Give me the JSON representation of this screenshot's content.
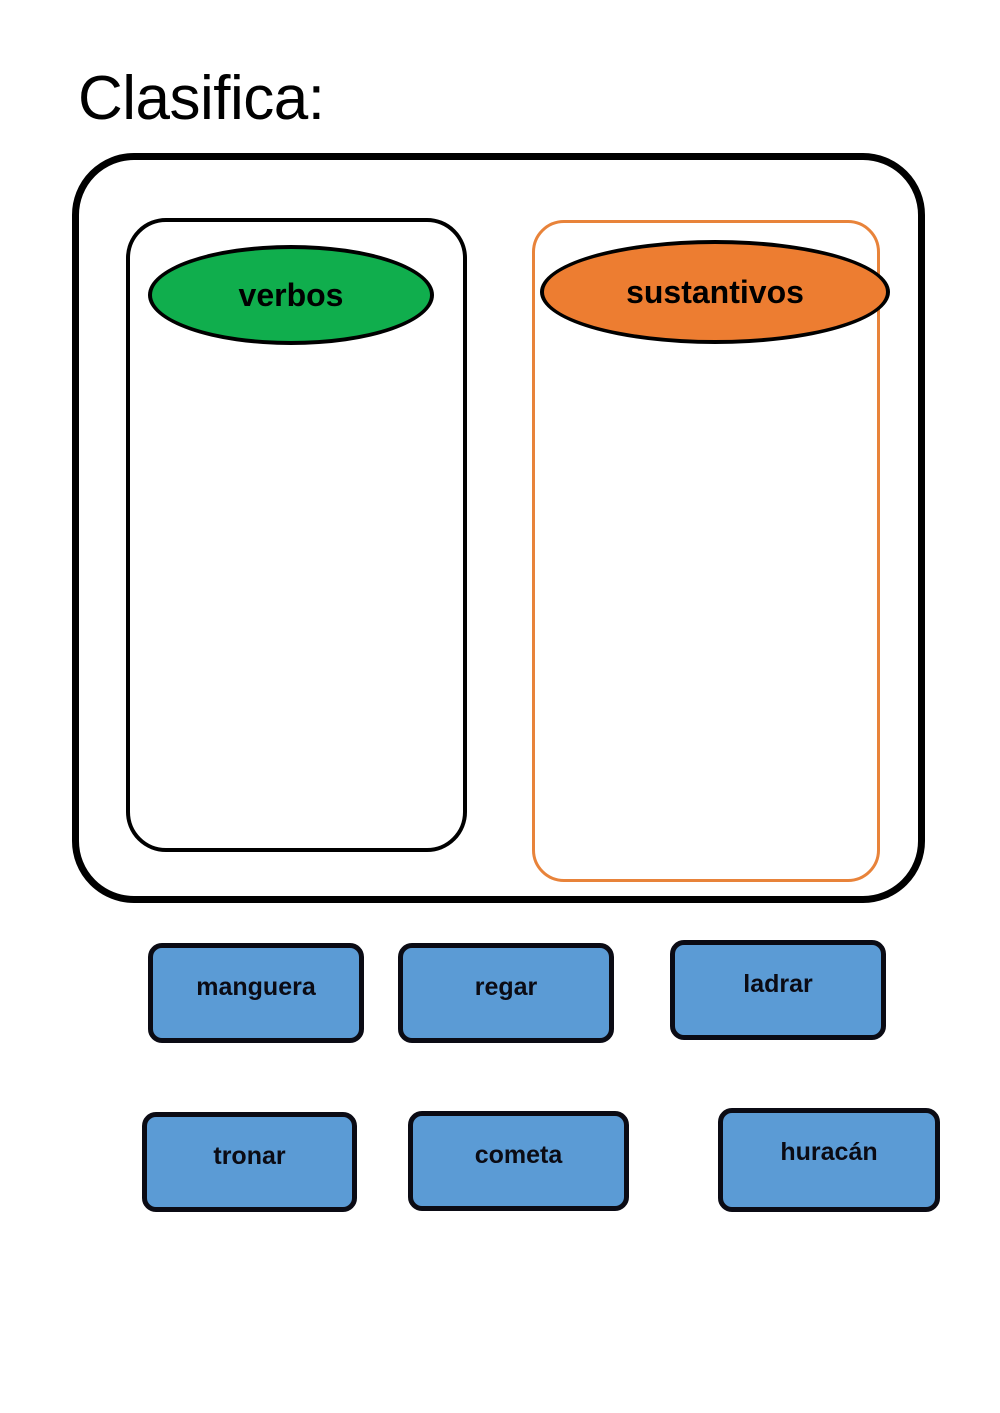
{
  "title": "Clasifica:",
  "categories": [
    {
      "id": "verbs",
      "label": "verbos",
      "color": "#10AE4D"
    },
    {
      "id": "nouns",
      "label": "sustantivos",
      "color": "#ED7D31"
    }
  ],
  "word_tiles": [
    {
      "label": "manguera"
    },
    {
      "label": "regar"
    },
    {
      "label": "ladrar"
    },
    {
      "label": "tronar"
    },
    {
      "label": "cometa"
    },
    {
      "label": "huracán"
    }
  ],
  "colors": {
    "tile_fill": "#5B9BD5",
    "tile_border": "#0B0B14",
    "verbs_fill": "#10AE4D",
    "nouns_fill": "#ED7D31",
    "nouns_box_border": "#E8833A",
    "outline": "#000000",
    "background": "#FFFFFF"
  }
}
